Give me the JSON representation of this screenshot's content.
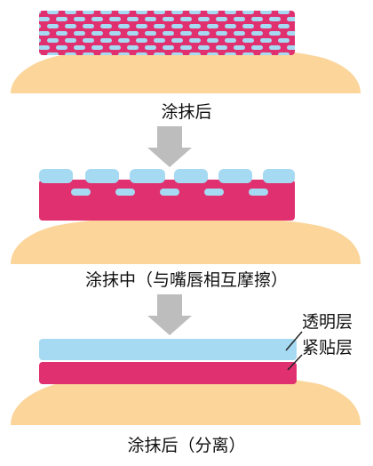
{
  "colors": {
    "skin": "#fbd59a",
    "lipstick": "#e0306f",
    "transparent_layer": "#a6daf2",
    "arrow": "#bdbdbd",
    "leader_line": "#222222"
  },
  "stages": [
    {
      "caption": "涂抹后"
    },
    {
      "caption": "涂抹中（与嘴唇相互摩擦）"
    },
    {
      "caption": "涂抹后（分离）"
    }
  ],
  "labels": {
    "transparent_layer": "透明层",
    "tight_layer": "紧贴层"
  },
  "icons": {
    "arrow": "down-arrow-icon"
  }
}
